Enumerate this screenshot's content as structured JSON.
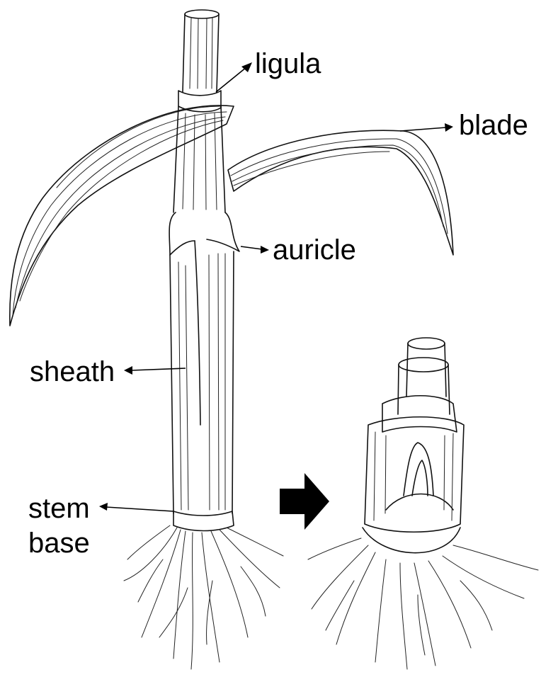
{
  "labels": {
    "ligula": "ligula",
    "blade": "blade",
    "auricle": "auricle",
    "sheath": "sheath",
    "stem_line1": "stem",
    "stem_line2": "base"
  },
  "colors": {
    "ink": "#111111",
    "background": "#ffffff"
  },
  "icons": {
    "transition": "right-arrow-icon"
  }
}
